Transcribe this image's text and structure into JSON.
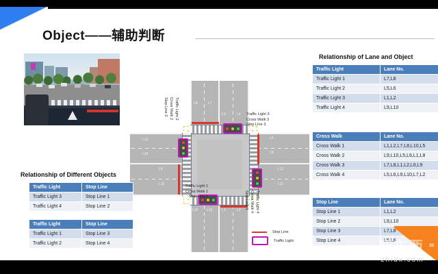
{
  "slide": {
    "title": "Object——辅助判断",
    "page_number": "33"
  },
  "watermark": {
    "logo": "智东西",
    "url": "zhidx.com"
  },
  "photo": {
    "alt": "dashcam-view-of-intersection-with-crosswalk"
  },
  "diagram": {
    "annotations": {
      "top_left_vertical": {
        "line1": "Traffic Light 2",
        "line2": "Cross Walk 2",
        "line3": "Stop Line 2"
      },
      "top_right": {
        "line1": "Traffic Light 3",
        "line2": "Cross Walk 3",
        "line3": "Stop Line 3"
      },
      "bottom_left": {
        "line1": "Traffic Light 1",
        "line2": "Cross Walk 1",
        "line3": "Stop Line 1"
      },
      "bottom_right_vertical": {
        "line1": "Traffic Light 4",
        "line2": "Cross Walk 4",
        "line3": "Stop Line 4"
      }
    },
    "lane_labels": {
      "top_left_a": "L8",
      "top_left_b": "L7",
      "top_right_a": "L3",
      "top_right_b": "L4",
      "left_upper_a": "L13",
      "left_upper_b": "L14",
      "left_lower_a": "L9",
      "left_lower_b": "L10",
      "right_upper_a": "L6",
      "right_upper_b": "L5",
      "right_lower_a": "L12",
      "right_lower_b": "L11",
      "bottom_left_a": "L16",
      "bottom_left_b": "L15",
      "bottom_right_a": "L1",
      "bottom_right_b": "L2"
    },
    "legend": {
      "stop_line": "Stop Line",
      "traffic_light": "Traffic Light"
    }
  },
  "left_panel": {
    "title": "Relationship of  Different Objects",
    "table_a": {
      "headers": [
        "Traffic Light",
        "Stop Line"
      ],
      "rows": [
        [
          "Traffic Light 3",
          "Stop Line 1"
        ],
        [
          "Traffic Light 4",
          "Stop Line 2"
        ]
      ]
    },
    "table_b": {
      "headers": [
        "Traffic Light",
        "Stop Line"
      ],
      "rows": [
        [
          "Traffic Light 1",
          "Stop Line 3"
        ],
        [
          "Traffic Light 2",
          "Stop Line 4"
        ]
      ]
    }
  },
  "right_panel": {
    "title": "Relationship of Lane and Object",
    "table_traffic_light": {
      "headers": [
        "Traffic Light",
        "Lane No."
      ],
      "rows": [
        [
          "Traffic Light 1",
          "L7,L8"
        ],
        [
          "Traffic Light 2",
          "L5,L6"
        ],
        [
          "Traffic Light 3",
          "L1,L2"
        ],
        [
          "Traffic Light 4",
          "L9,L10"
        ]
      ]
    },
    "table_cross_walk": {
      "headers": [
        "Cross Walk",
        "Lane No."
      ],
      "rows": [
        [
          "Cross Walk 1",
          "L1,L2,L7,L8,L10,L5"
        ],
        [
          "Cross Walk 2",
          "L9,L10,L5,L6,L1,L8"
        ],
        [
          "Cross Walk 3",
          "L7,L8,L1,L2,L6,L9"
        ],
        [
          "Cross Walk 4",
          "L5,L6,L9,L10,L7,L2"
        ]
      ]
    },
    "table_stop_line": {
      "headers": [
        "Stop Line",
        "Lane No."
      ],
      "rows": [
        [
          "Stop Line 1",
          "L1,L2"
        ],
        [
          "Stop Line 2",
          "L9,L10"
        ],
        [
          "Stop Line 3",
          "L7,L8"
        ],
        [
          "Stop Line 4",
          "L5,L6"
        ]
      ]
    }
  }
}
